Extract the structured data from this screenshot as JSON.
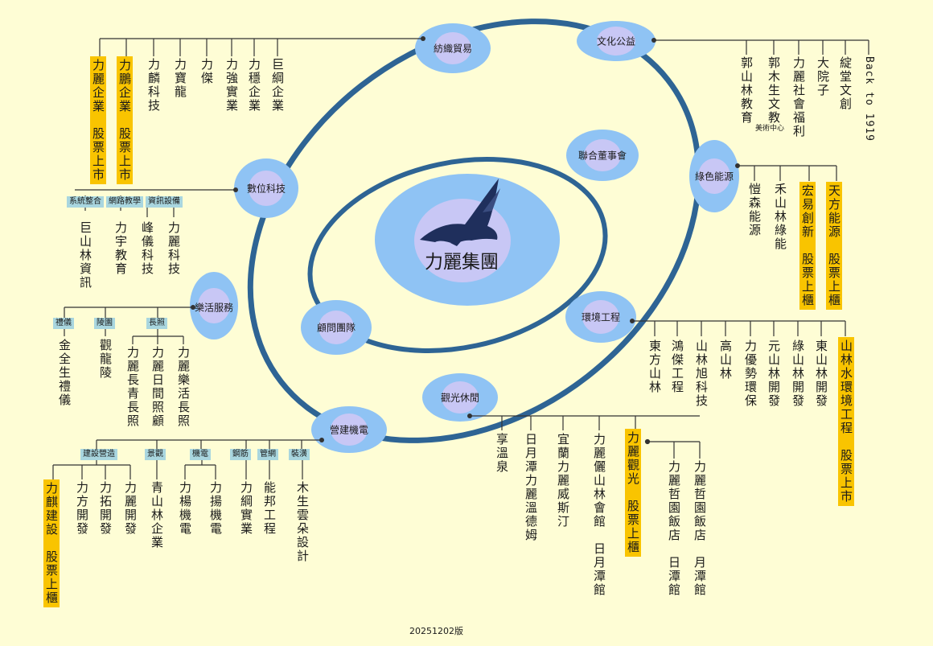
{
  "center": {
    "title": "力麗集團",
    "logo": "eagle-icon"
  },
  "inner_nodes": {
    "board": "聯合董事會",
    "consultants": "顧問團隊"
  },
  "nodes": {
    "textile": "紡織貿易",
    "culture": "文化公益",
    "green": "綠色能源",
    "env": "環境工程",
    "tourism": "觀光休閒",
    "construction": "營建機電",
    "life": "樂活服務",
    "digital": "數位科技"
  },
  "textile": [
    "力麗企業　股票上市",
    "力鵬企業　股票上市",
    "力麟科技",
    "力寶龍",
    "力傑",
    "力強實業",
    "力穩企業",
    "巨綱企業"
  ],
  "culture": [
    "郭山林教育",
    "郭木生文教",
    "力麗社會福利",
    "大院子",
    "綻堂文創",
    "Back to 1919"
  ],
  "culture_sub": "美術中心",
  "green": [
    "愷森能源",
    "禾山林綠能",
    "宏易創新　股票上櫃",
    "天方能源　股票上櫃"
  ],
  "digital_tags": [
    "系統整合",
    "網路教學",
    "資訊設備"
  ],
  "digital": [
    "巨山林資訊",
    "力宇教育",
    "峰儀科技",
    "力麗科技"
  ],
  "life_tags": [
    "禮儀",
    "陵園",
    "長照"
  ],
  "life": [
    "金全生禮儀",
    "觀龍陵",
    "力麗長青長照",
    "力麗日間照顧",
    "力麗樂活長照"
  ],
  "env": [
    "東方山林",
    "鴻傑工程",
    "山林旭科技",
    "高山林",
    "力優勢環保",
    "元山林開發",
    "綠山林開發",
    "東山林開發",
    "山林水環境工程　股票上市"
  ],
  "tourism": [
    "享溫泉",
    "日月潭力麗溫德姆",
    "宜蘭力麗威斯汀",
    "力麗儷山林會館　日月潭館",
    "力麗觀光　股票上櫃",
    "力麗哲園飯店　日潭館",
    "力麗哲園飯店　月潭館"
  ],
  "construction_tags": [
    "建設營造",
    "景觀",
    "機電",
    "鋼筋",
    "管網",
    "裝潢"
  ],
  "construction": [
    "力麒建設　股票上櫃",
    "力方開發",
    "力拓開發",
    "力麗開發",
    "青山林企業",
    "力楊機電",
    "力揚機電",
    "力綱實業",
    "能邦工程",
    "木生雲朵設計"
  ],
  "version": "20251202版",
  "colors": {
    "background": "#FEFDD5",
    "ring": "#2E6494",
    "highlight": "#F9C400",
    "node_outer": "#8FC3F4",
    "node_inner": "#C8C7F5",
    "tag": "#A9D6DF"
  }
}
